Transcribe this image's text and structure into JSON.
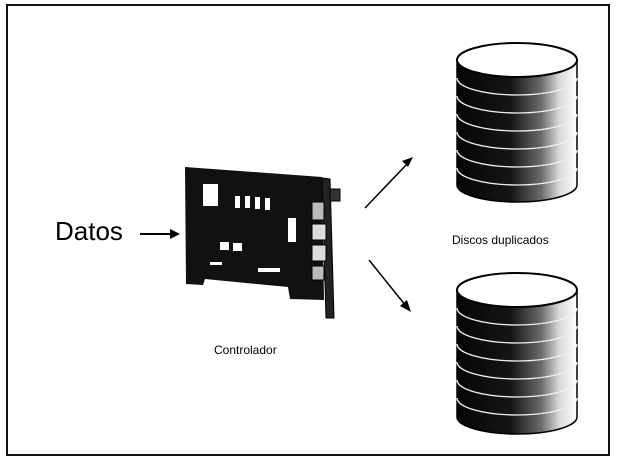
{
  "labels": {
    "input": "Datos",
    "controller": "Controlador",
    "disks": "Discos duplicados"
  },
  "icons": {
    "controller": "controller-card-icon",
    "disk_top": "disk-stack-icon",
    "disk_bottom": "disk-stack-icon"
  },
  "colors": {
    "ink": "#000000",
    "card": "#111111",
    "disk_dark": "#0a0a0a",
    "disk_light": "#ffffff"
  }
}
